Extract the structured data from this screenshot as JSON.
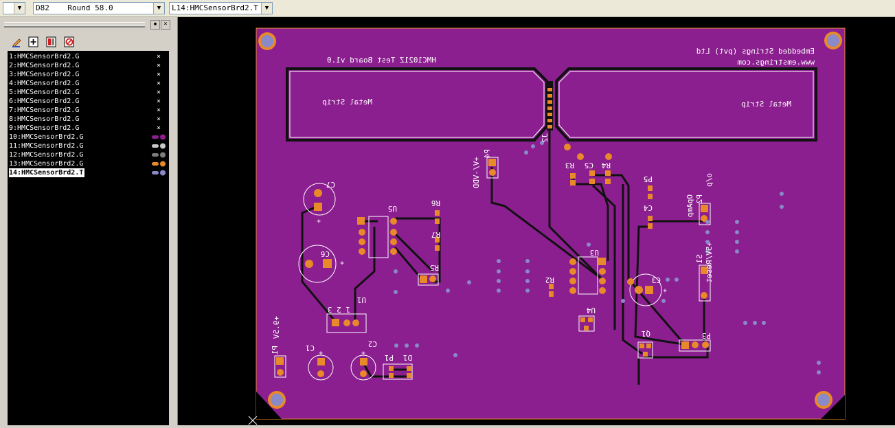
{
  "toolbar": {
    "layer_combo": {
      "value": "",
      "arrow": "▼"
    },
    "aperture_combo": {
      "value": "D82    Round 58.0",
      "arrow": "▼"
    },
    "file_combo": {
      "value": "L14:HMCSensorBrd2.T",
      "arrow": "▼"
    }
  },
  "panel": {
    "pin_button": "▪",
    "close_button": "×",
    "tools": [
      "pencil-icon",
      "add-layer-icon",
      "layers-icon",
      "remove-layer-icon"
    ],
    "layers": [
      {
        "label": "1:HMCSensorBrd2.G",
        "marker": "×"
      },
      {
        "label": "2:HMCSensorBrd2.G",
        "marker": "×"
      },
      {
        "label": "3:HMCSensorBrd2.G",
        "marker": "×"
      },
      {
        "label": "4:HMCSensorBrd2.G",
        "marker": "×"
      },
      {
        "label": "5:HMCSensorBrd2.G",
        "marker": "×"
      },
      {
        "label": "6:HMCSensorBrd2.G",
        "marker": "×"
      },
      {
        "label": "7:HMCSensorBrd2.G",
        "marker": "×"
      },
      {
        "label": "8:HMCSensorBrd2.G",
        "marker": "×"
      },
      {
        "label": "9:HMCSensorBrd2.G",
        "marker": "×"
      },
      {
        "label": "10:HMCSensorBrd2.G",
        "color": "#8b1f8f"
      },
      {
        "label": "11:HMCSensorBrd2.G",
        "color": "#c8c8c8"
      },
      {
        "label": "12:HMCSensorBrd2.G",
        "color": "#7c7c7c"
      },
      {
        "label": "13:HMCSensorBrd2.G",
        "color": "#e8892a"
      },
      {
        "label": "14:HMCSensorBrd2.T",
        "color": "#8a8ac8",
        "selected": true
      }
    ]
  },
  "board": {
    "colors": {
      "substrate": "#8b1f8f",
      "pad": "#e8892a",
      "via": "#8a8ac8",
      "silk": "#ffffff",
      "trace": "#111111"
    },
    "company_line1": "Embedded Strings (pvt) Ltd",
    "company_line2": "www.emstrings.com",
    "board_title": "HMC1021Z Test Board v1.0",
    "strip_left": "Metal Strip",
    "strip_right": "Metal Strip",
    "refdes": {
      "c7": "C7",
      "c6": "C6",
      "u5": "U5",
      "r6": "R6",
      "r7": "R7",
      "r5": "R5",
      "u1": "U1",
      "u1_pins": "1 2 3",
      "c1": "C1",
      "c2": "C2",
      "p1": "P1",
      "d1": "D1",
      "p1_left": "P1",
      "vcc": "+9.5V",
      "p4": "P4",
      "p4_label": "+V/-VDD",
      "j2": "J2",
      "r3": "R3",
      "c5": "C5",
      "r4": "R4",
      "r2": "R2",
      "u3": "U3",
      "u4": "U4",
      "p5": "P5",
      "c4": "C4",
      "p2": "P2",
      "op_label": "o/p",
      "opamp_label": "OpAmp",
      "s1": "S1",
      "reset_label": "+5V/Reset",
      "c3": "C3",
      "q1": "Q1",
      "p3": "P3",
      "plus": "+"
    }
  }
}
